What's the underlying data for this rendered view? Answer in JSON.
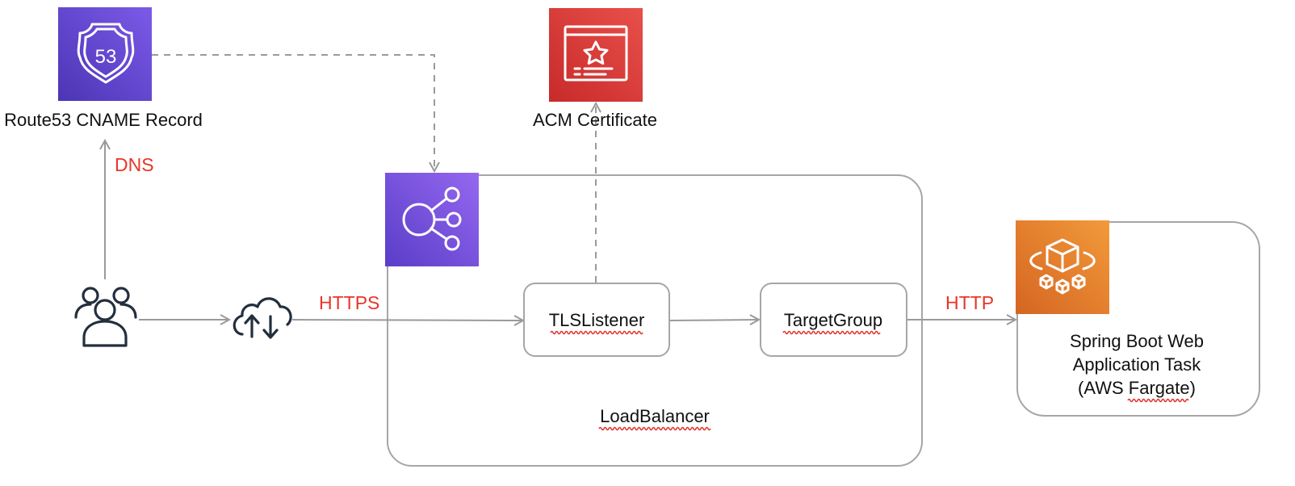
{
  "nodes": {
    "route53": {
      "label": "Route53 CNAME Record",
      "badge": "53",
      "color": "#6b4fcf"
    },
    "acm": {
      "label": "ACM Certificate",
      "color": "#d9302f"
    },
    "load_balancer": {
      "label": "LoadBalancer",
      "color": "#7a52e0"
    },
    "tls_listener": {
      "label": "TLSListener"
    },
    "target_group": {
      "label": "TargetGroup"
    },
    "fargate_task": {
      "label_lines": [
        "Spring Boot Web",
        "Application Task",
        "(AWS Fargate)"
      ],
      "color": "#e07a25"
    }
  },
  "edge_labels": {
    "dns": "DNS",
    "https": "HTTPS",
    "http": "HTTP"
  },
  "icons": [
    "route53-shield-icon",
    "certificate-icon",
    "load-balancer-icon",
    "users-icon",
    "cloud-transfer-icon",
    "fargate-cube-icon"
  ],
  "colors": {
    "edge_label": "#e8352a",
    "connector": "#9a9a9a",
    "spellcheck_underline": "#e0302a"
  }
}
